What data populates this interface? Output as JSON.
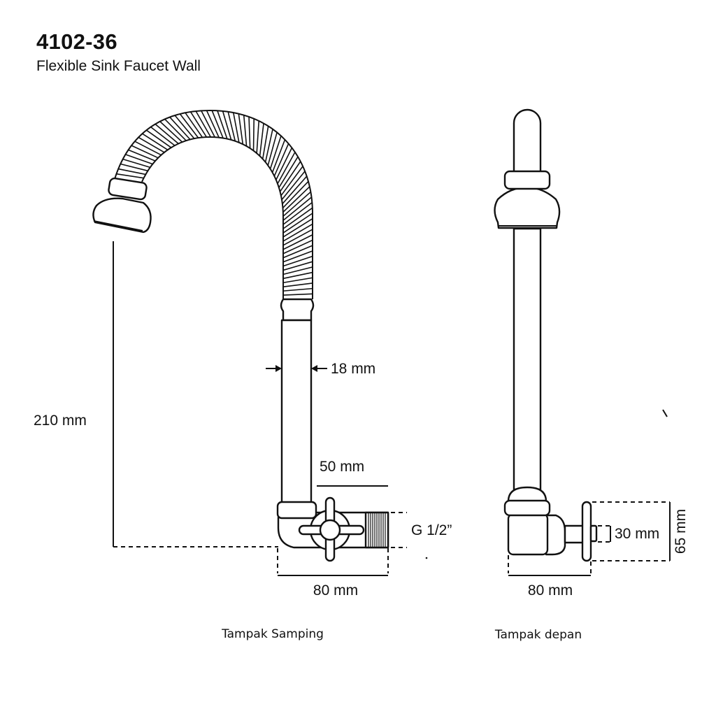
{
  "header": {
    "model": "4102-36",
    "product_name": "Flexible Sink Faucet Wall"
  },
  "side_view": {
    "caption": "Tampak Samping",
    "dimensions": {
      "height": "210 mm",
      "tube_diameter": "18 mm",
      "connector_length": "50 mm",
      "thread": "G 1/2”",
      "depth": "80 mm"
    }
  },
  "front_view": {
    "caption": "Tampak depan",
    "dimensions": {
      "nut": "30 mm",
      "flange": "65 mm",
      "depth": "80 mm"
    }
  }
}
